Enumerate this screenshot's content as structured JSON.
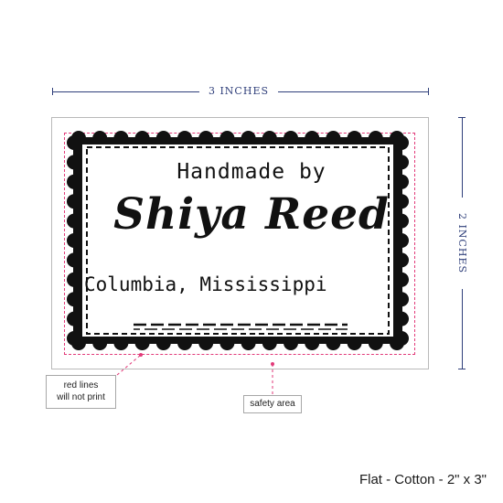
{
  "dimensions": {
    "width_label": "3 INCHES",
    "height_label": "2 INCHES"
  },
  "label": {
    "line1": "Handmade by",
    "line2": "Shiya Reed",
    "line3": "Columbia, Mississippi"
  },
  "callouts": {
    "red_lines_line1": "red lines",
    "red_lines_line2": "will not print",
    "safety_area": "safety area"
  },
  "product_caption": "Flat - Cotton - 2\" x 3\"",
  "colors": {
    "dimension": "#2f3f7a",
    "safety_line": "#e23a79",
    "ink": "#111111"
  }
}
